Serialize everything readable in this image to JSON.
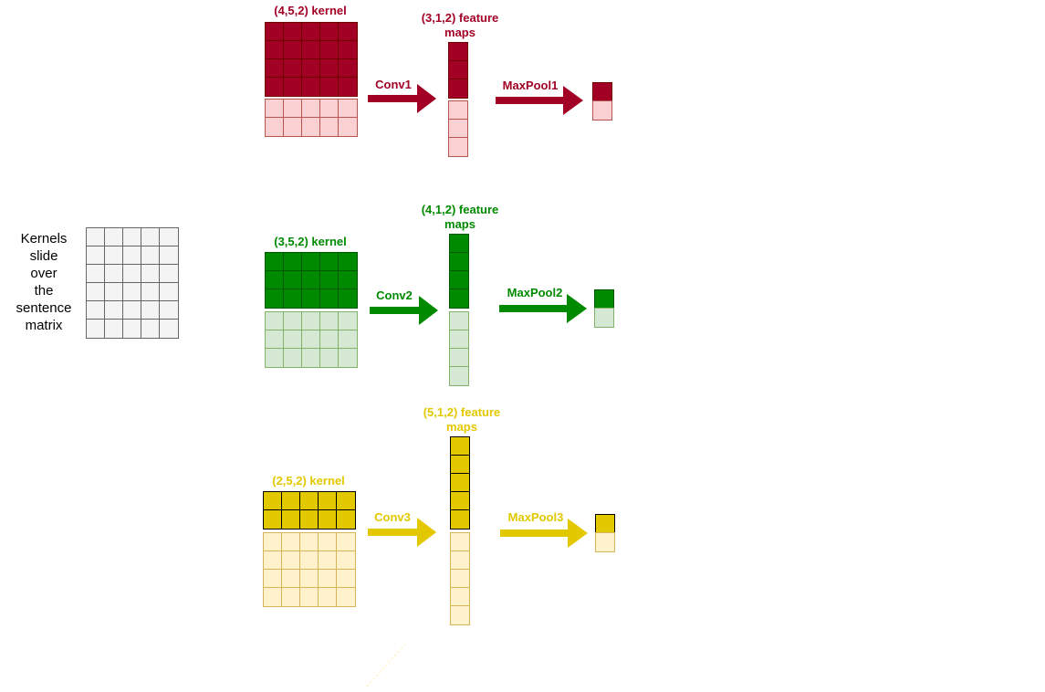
{
  "side_note": {
    "text": "Kernels\nslide\nover\nthe\nsentence\nmatrix"
  },
  "sentence_matrix": {
    "rows": 6,
    "cols": 5,
    "fill": "#f4f4f4",
    "stroke": "#666666"
  },
  "branches": [
    {
      "kernel_label": "(4,5,2) kernel",
      "kernel_rows": 4,
      "kernel_cols": 5,
      "conv_label": "Conv1",
      "feature_label_line1": "(3,1,2) feature",
      "feature_label_line2": "maps",
      "feature_rows": 3,
      "pool_label": "MaxPool1",
      "color": "#a20025",
      "stroke": "#6f0000",
      "light_fill": "#fad0d3",
      "light_stroke": "#b85450"
    },
    {
      "kernel_label": "(3,5,2) kernel",
      "kernel_rows": 3,
      "kernel_cols": 5,
      "conv_label": "Conv2",
      "feature_label_line1": "(4,1,2) feature",
      "feature_label_line2": "maps",
      "feature_rows": 4,
      "pool_label": "MaxPool2",
      "color": "#008a00",
      "stroke": "#005700",
      "light_fill": "#d5e8d4",
      "light_stroke": "#82b366"
    },
    {
      "kernel_label": "(2,5,2) kernel",
      "kernel_rows": 2,
      "kernel_cols": 5,
      "conv_label": "Conv3",
      "feature_label_line1": "(5,1,2) feature",
      "feature_label_line2": "maps",
      "feature_rows": 5,
      "pool_label": "MaxPool3",
      "color": "#e3c800",
      "stroke": "#000000",
      "light_fill": "#fff2cc",
      "light_stroke": "#d6b656"
    }
  ]
}
